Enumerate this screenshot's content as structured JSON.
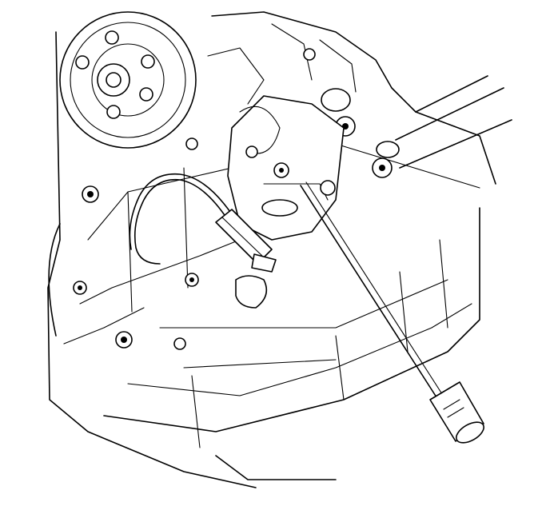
{
  "figure": {
    "subject": "engine-block-oil-pressure-sender-dipstick",
    "colors": {
      "line": "#000000",
      "background": "#ffffff"
    },
    "parts": [
      {
        "name": "harmonic-balancer-pulley"
      },
      {
        "name": "engine-block"
      },
      {
        "name": "oil-pressure-sensor-bracket"
      },
      {
        "name": "sensor-wiring-harness"
      },
      {
        "name": "electrical-connector"
      },
      {
        "name": "oil-pan"
      },
      {
        "name": "oil-level-dipstick"
      },
      {
        "name": "dipstick-handle"
      }
    ]
  }
}
